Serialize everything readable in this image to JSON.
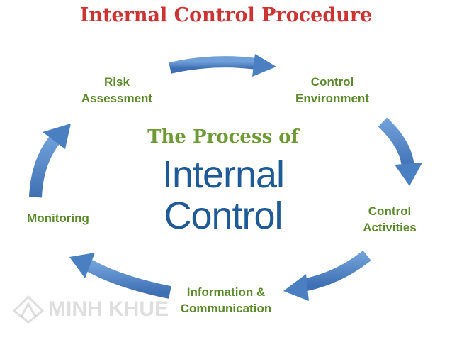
{
  "title": "Internal Control Procedure",
  "center": {
    "subtitle": "The Process of",
    "line1": "Internal",
    "line2": "Control"
  },
  "stages": {
    "risk_line1": "Risk",
    "risk_line2": "Assessment",
    "env_line1": "Control",
    "env_line2": "Environment",
    "act_line1": "Control",
    "act_line2": "Activities",
    "info_line1": "Information &",
    "info_line2": "Communication",
    "monitoring": "Monitoring"
  },
  "watermark": {
    "text": "MINH KHUE"
  },
  "colors": {
    "title": "#cc3333",
    "stage": "#5a8a2a",
    "subtitle": "#6e9a35",
    "main": "#1e5a96",
    "arrow": "#4a7fc1"
  }
}
